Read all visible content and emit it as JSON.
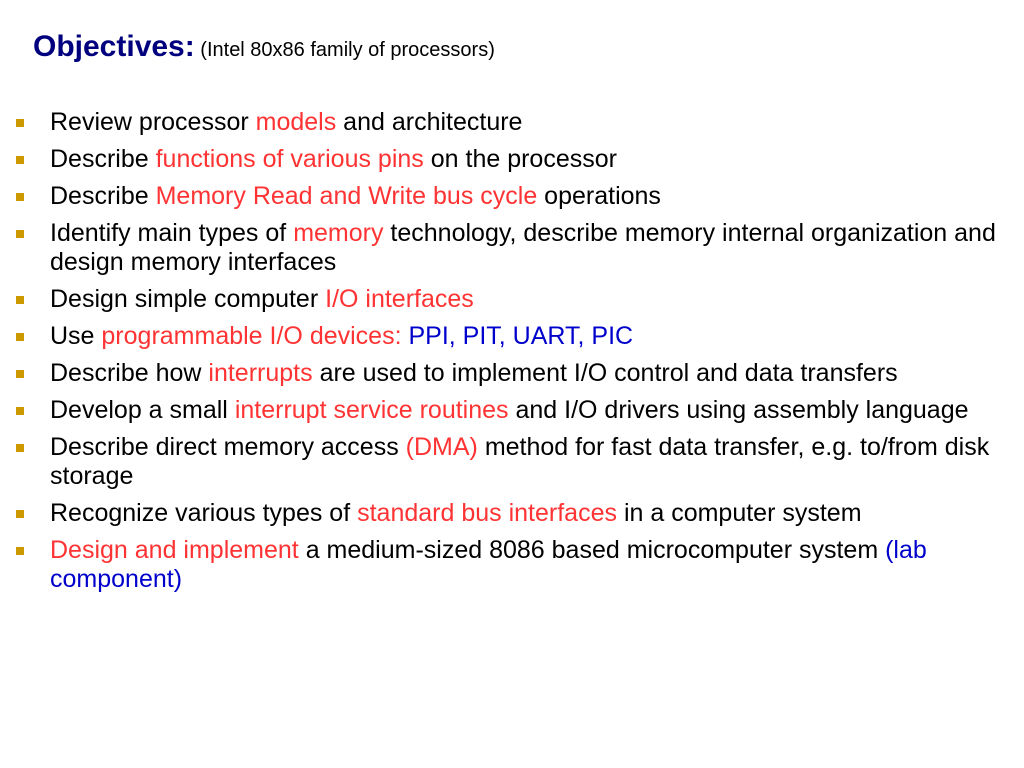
{
  "title": {
    "main": "Objectives:",
    "sub": " (Intel 80x86 family of processors)"
  },
  "colors": {
    "title": "#00007f",
    "highlight_red": "#ff3333",
    "highlight_blue": "#0000cc",
    "bullet_marker": "#cc9900"
  },
  "bullets": [
    {
      "segments": [
        {
          "text": "Review processor ",
          "color": "black"
        },
        {
          "text": "models",
          "color": "red"
        },
        {
          "text": " and architecture",
          "color": "black"
        }
      ]
    },
    {
      "segments": [
        {
          "text": "Describe ",
          "color": "black"
        },
        {
          "text": "functions of various pins",
          "color": "red"
        },
        {
          "text": " on the processor",
          "color": "black"
        }
      ]
    },
    {
      "segments": [
        {
          "text": "Describe ",
          "color": "black"
        },
        {
          "text": "Memory Read and Write bus cycle",
          "color": "red"
        },
        {
          "text": " operations",
          "color": "black"
        }
      ]
    },
    {
      "segments": [
        {
          "text": "Identify main types of ",
          "color": "black"
        },
        {
          "text": "memory",
          "color": "red"
        },
        {
          "text": " technology, describe memory internal organization  and  design memory interfaces",
          "color": "black"
        }
      ]
    },
    {
      "segments": [
        {
          "text": "Design simple computer ",
          "color": "black"
        },
        {
          "text": "I/O interfaces",
          "color": "red"
        }
      ]
    },
    {
      "segments": [
        {
          "text": "Use ",
          "color": "black"
        },
        {
          "text": "programmable I/O devices: ",
          "color": "red"
        },
        {
          "text": "PPI, PIT, UART, PIC",
          "color": "blue"
        }
      ]
    },
    {
      "segments": [
        {
          "text": "Describe how ",
          "color": "black"
        },
        {
          "text": "interrupts",
          "color": "red"
        },
        {
          "text": " are used to implement I/O control and data transfers",
          "color": "black"
        }
      ]
    },
    {
      "segments": [
        {
          "text": "Develop a small ",
          "color": "black"
        },
        {
          "text": "interrupt service routines",
          "color": "red"
        },
        {
          "text": " and I/O drivers using assembly language",
          "color": "black"
        }
      ]
    },
    {
      "segments": [
        {
          "text": "Describe direct memory access ",
          "color": "black"
        },
        {
          "text": "(DMA)",
          "color": "red"
        },
        {
          "text": " method for fast data transfer, e.g. to/from disk storage",
          "color": "black"
        }
      ]
    },
    {
      "segments": [
        {
          "text": "Recognize various types of ",
          "color": "black"
        },
        {
          "text": "standard bus interfaces",
          "color": "red"
        },
        {
          "text": " in a computer system",
          "color": "black"
        }
      ]
    },
    {
      "segments": [
        {
          "text": "Design and implement",
          "color": "red"
        },
        {
          "text": " a medium-sized 8086 based  microcomputer system ",
          "color": "black"
        },
        {
          "text": "(lab component)",
          "color": "blue"
        }
      ]
    }
  ]
}
